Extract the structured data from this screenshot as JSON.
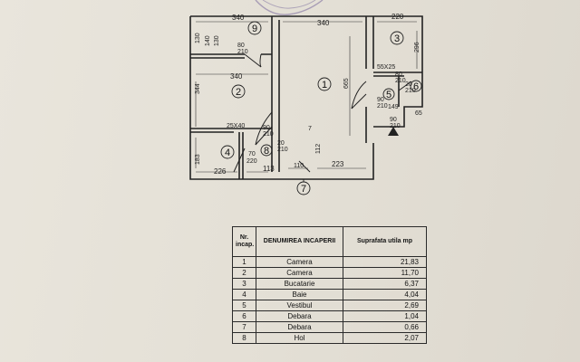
{
  "plan": {
    "rooms": [
      {
        "num": "1"
      },
      {
        "num": "2"
      },
      {
        "num": "3"
      },
      {
        "num": "4"
      },
      {
        "num": "5"
      },
      {
        "num": "6"
      },
      {
        "num": "7"
      },
      {
        "num": "8"
      },
      {
        "num": "9"
      }
    ],
    "dims": {
      "top_340a": "340",
      "top_340b": "340",
      "top_220": "220",
      "r9_130": "130",
      "r9_140": "140",
      "r9_130b": "130",
      "door_80_210": "80",
      "door_80_210b": "210",
      "mid_340": "340",
      "left_344": "344",
      "room1_665": "665",
      "room3_296": "296",
      "win_55x25": "55X25",
      "door_80b": "80",
      "door_80b_210": "210",
      "d_20": "20",
      "d_210": "210",
      "d_90a": "90",
      "d_210a": "210",
      "d_149": "149",
      "d_65": "65",
      "d_90b": "90",
      "d_210b": "210",
      "win_25x40": "25X40",
      "d_90c": "90",
      "d_210c": "210",
      "d_20b": "20",
      "d_210d": "210",
      "d_70": "70",
      "d_220": "220",
      "left_183": "183",
      "bot_226": "226",
      "bot_113": "113",
      "bot_110": "110",
      "bot_223": "223",
      "d_7": "7",
      "d_112": "112"
    }
  },
  "table": {
    "headers": {
      "nr": "Nr. incap.",
      "name": "DENUMIREA INCAPERII",
      "area": "Suprafata utila mp"
    },
    "rows": [
      {
        "nr": "1",
        "name": "Camera",
        "area": "21,83"
      },
      {
        "nr": "2",
        "name": "Camera",
        "area": "11,70"
      },
      {
        "nr": "3",
        "name": "Bucatarie",
        "area": "6,37"
      },
      {
        "nr": "4",
        "name": "Baie",
        "area": "4,04"
      },
      {
        "nr": "5",
        "name": "Vestibul",
        "area": "2,69"
      },
      {
        "nr": "6",
        "name": "Debara",
        "area": "1,04"
      },
      {
        "nr": "7",
        "name": "Debara",
        "area": "0,66"
      },
      {
        "nr": "8",
        "name": "Hol",
        "area": "2,07"
      }
    ]
  },
  "colors": {
    "ink": "#1e1e1e",
    "paper": "#e6e2d9",
    "stamp": "#5a4a8a"
  }
}
